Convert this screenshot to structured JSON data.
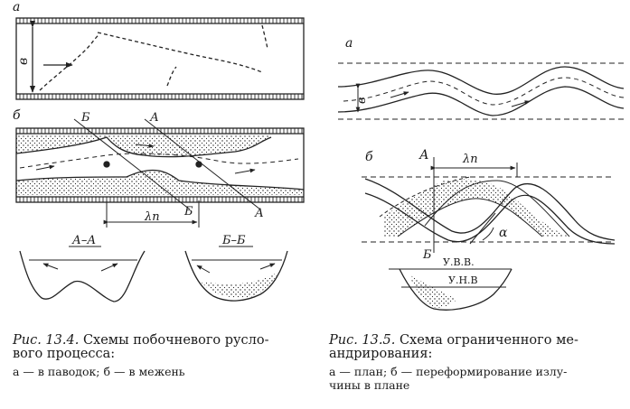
{
  "figure_13_4": {
    "panel_a_label": "а",
    "panel_b_label": "б",
    "width_label": "в",
    "section_label_1": "Б",
    "section_label_2": "А",
    "wavelength_label": "λп",
    "section_aa_title": "А–А",
    "section_bb_title": "Б–Б",
    "caption_number": "Рис. 13.4.",
    "caption_title_1": "Схемы побочневого русло-",
    "caption_title_2": "вого процесса:",
    "caption_legend": "а — в паводок; б — в межень"
  },
  "figure_13_5": {
    "panel_a_label": "а",
    "panel_b_label": "б",
    "width_label": "в",
    "section_label_a": "А",
    "section_label_b": "Б",
    "wavelength_label": "λп",
    "angle_label": "α",
    "high_water_label": "У.В.В.",
    "low_water_label": "У.Н.В",
    "caption_number": "Рис. 13.5.",
    "caption_title_1": "Схема ограниченного ме-",
    "caption_title_2": "андрирования:",
    "caption_legend_1": "а — план; б — переформирование излу-",
    "caption_legend_2": "чины в плане"
  }
}
